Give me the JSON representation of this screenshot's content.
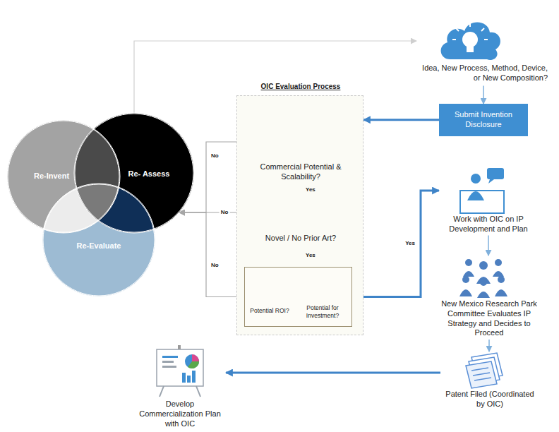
{
  "diagram": {
    "nodes": [
      {
        "text": [
          "Idea, New Process, Method, Device, or New Composition?"
        ]
      },
      {
        "text": [
          "Submit Invention Disclosure"
        ]
      },
      {
        "text": [
          "OIC Evaluation Process"
        ]
      },
      {
        "text": [
          "Commercial Potential & Scalability?"
        ],
        "in": 2
      },
      {
        "text": [
          "Novel / No Prior Art?"
        ],
        "in": 2
      },
      {
        "text": [
          "Potential ROI?",
          "Potential for Investment?"
        ],
        "in": 2
      },
      {
        "text": [
          "Re-Invent"
        ]
      },
      {
        "text": [
          "Re- Assess"
        ]
      },
      {
        "text": [
          "Re-Evaluate"
        ]
      },
      {
        "text": [
          "Work with OIC on IP Development and Plan"
        ]
      },
      {
        "text": [
          "New Mexico Research Park Committee Evaluates IP Strategy and Decides to Proceed"
        ]
      },
      {
        "text": [
          "Patent Filed (Coordinated by OIC)"
        ]
      },
      {
        "text": [
          "Develop Commercialization Plan with OIC"
        ]
      }
    ],
    "edges": [
      {
        "from": 7,
        "to": 0,
        "arrow": "to"
      },
      {
        "from": 0,
        "to": 1,
        "arrow": "to"
      },
      {
        "from": 1,
        "to": 2,
        "arrow": "to"
      },
      {
        "from": 3,
        "to": 4,
        "label": "Yes",
        "arrow": "to"
      },
      {
        "from": 4,
        "to": 5,
        "label": "Yes",
        "arrow": "to"
      },
      {
        "from": 5,
        "to": 9,
        "label": "Yes",
        "arrow": "to"
      },
      {
        "from": 9,
        "to": 10,
        "arrow": "to"
      },
      {
        "from": 10,
        "to": 11,
        "arrow": "to"
      },
      {
        "from": 11,
        "to": 12,
        "arrow": "to"
      },
      {
        "from": 3,
        "to": 7,
        "label": "No",
        "arrow": "to"
      },
      {
        "from": 4,
        "to": 7,
        "label": "No",
        "arrow": "to"
      },
      {
        "from": 5,
        "to": 7,
        "label": "No",
        "arrow": "to"
      }
    ]
  }
}
